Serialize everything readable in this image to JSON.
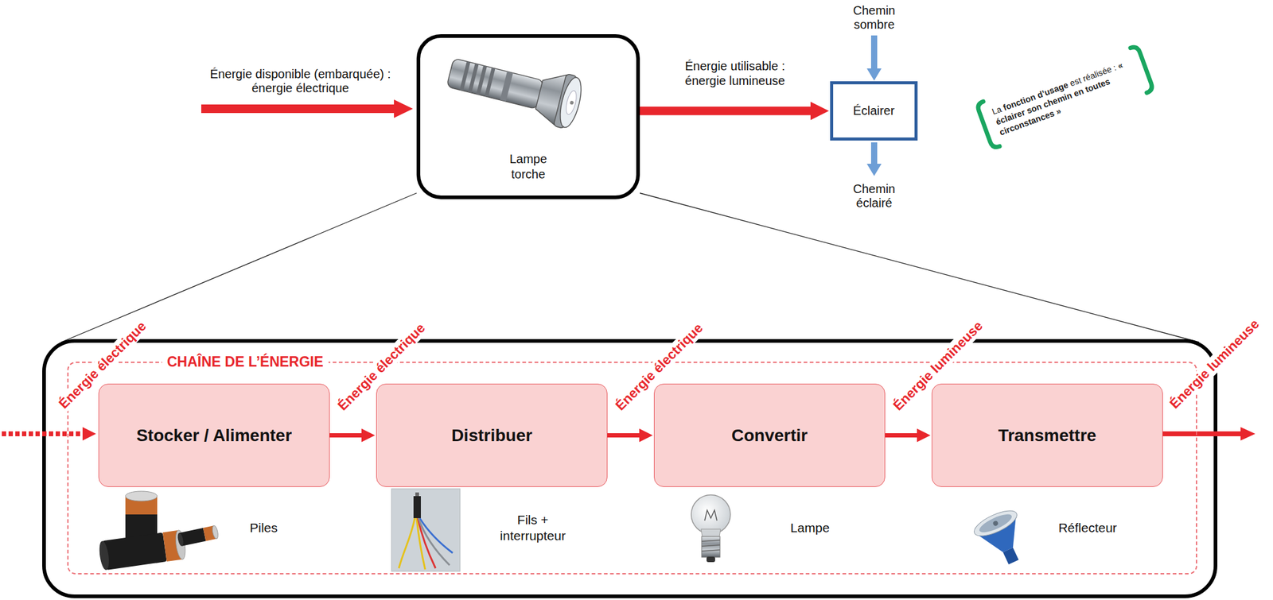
{
  "diagram": {
    "nodes": [
      {
        "text": [
          "Lampe torche"
        ]
      },
      {
        "text": [
          "Éclairer"
        ]
      },
      {
        "text": [
          "CHAÎNE DE L’ÉNERGIE"
        ]
      },
      {
        "text": [
          "Stocker / Alimenter"
        ],
        "in": 2
      },
      {
        "text": [
          "Distribuer"
        ],
        "in": 2
      },
      {
        "text": [
          "Convertir"
        ],
        "in": 2
      },
      {
        "text": [
          "Transmettre"
        ],
        "in": 2
      }
    ],
    "edges": [
      {
        "from": 0,
        "to": 1,
        "arrow": "to",
        "label": "Énergie utilisable : énergie lumineuse"
      },
      {
        "from": 3,
        "to": 4,
        "arrow": "to",
        "label": "Énergie électrique"
      },
      {
        "from": 4,
        "to": 5,
        "arrow": "to",
        "label": "Énergie électrique"
      },
      {
        "from": 5,
        "to": 6,
        "arrow": "to",
        "label": "Énergie lumineuse"
      }
    ],
    "labels": [
      "Énergie disponible (embarquée) : énergie électrique",
      "Chemin sombre",
      "Chemin éclairé",
      "La",
      "fonction d’usage",
      "est réalisée :",
      "« éclairer son chemin en toutes circonstances »",
      "Énergie électrique",
      "Piles",
      "Fils + interrupteur",
      "Lampe",
      "Réflecteur",
      "Énergie lumineuse"
    ]
  }
}
